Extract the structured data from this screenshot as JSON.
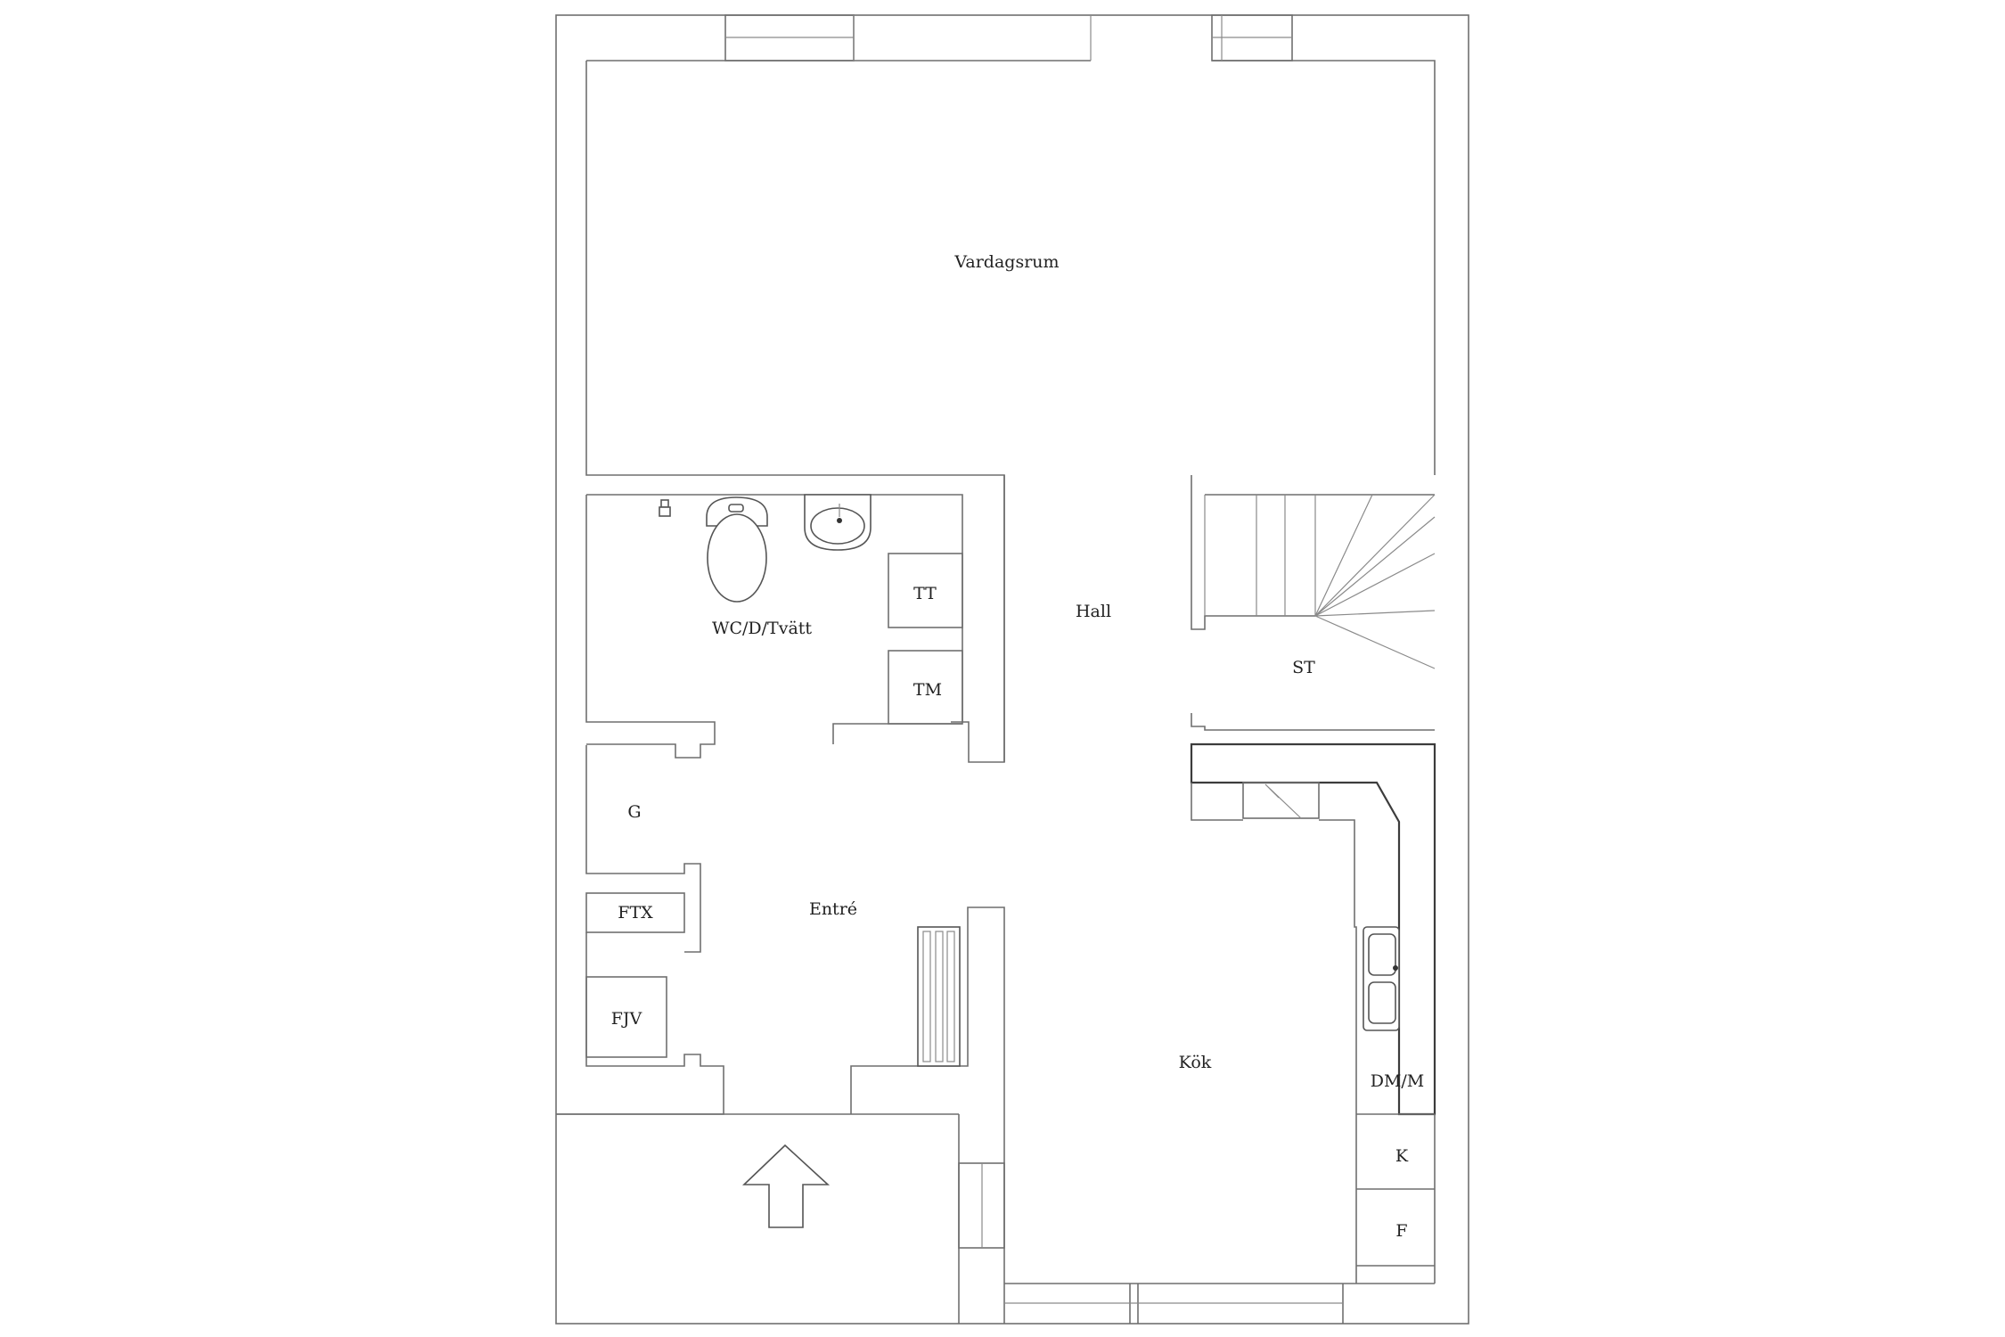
{
  "rooms": {
    "vardagsrum": "Vardagsrum",
    "hall": "Hall",
    "wc": "WC/D/Tvätt",
    "tt": "TT",
    "tm": "TM",
    "st": "ST",
    "g": "G",
    "entre": "Entré",
    "ftx": "FTX",
    "fjv": "FJV",
    "kok": "Kök",
    "dmm": "DM/M",
    "k": "K",
    "f": "F"
  },
  "icons": {
    "entrance": "up-arrow-icon",
    "toilet": "toilet-icon",
    "sink": "washbasin-icon",
    "kitchen_sink": "double-sink-icon",
    "stairs": "staircase-icon",
    "shower": "shower-head-icon",
    "radiator": "radiator-icon"
  },
  "colors": {
    "wall": "#6f6f6f",
    "counter": "#3c3c3c",
    "text": "#222222",
    "background": "#ffffff"
  }
}
